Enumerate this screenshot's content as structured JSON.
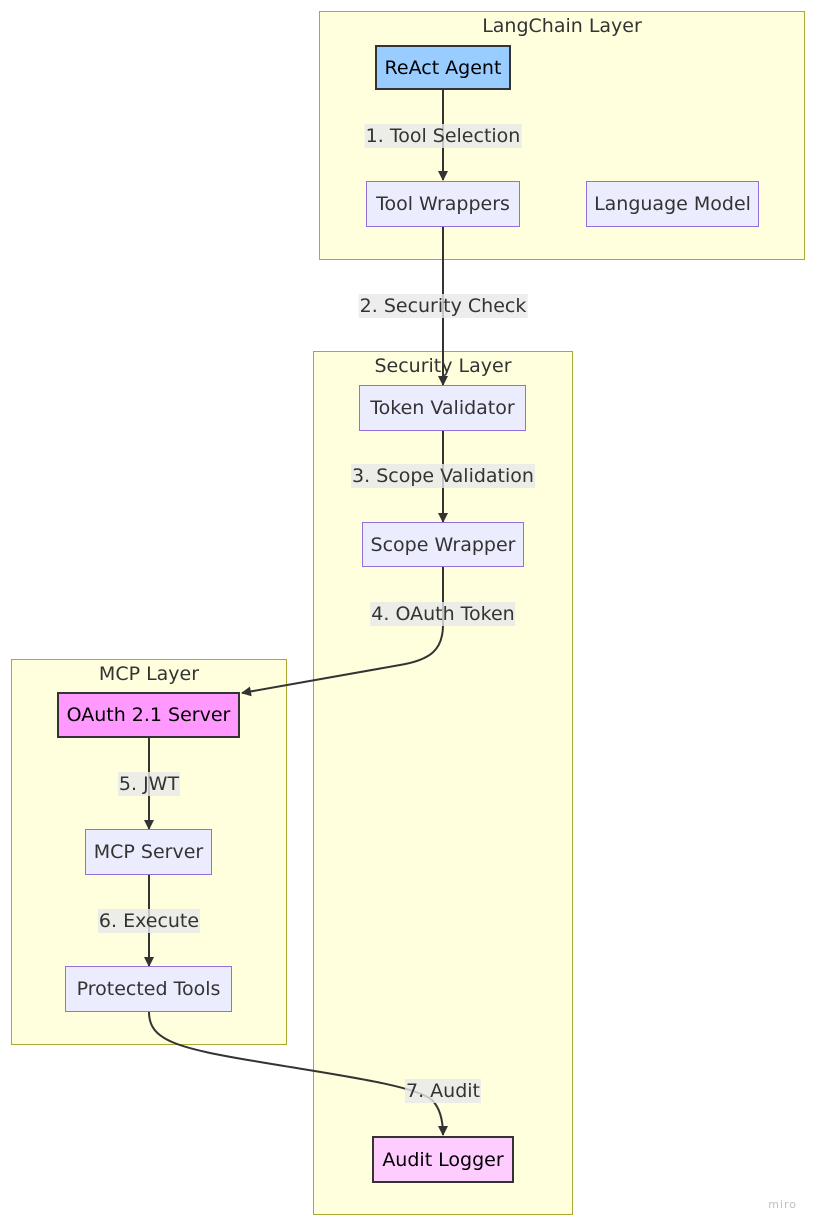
{
  "clusters": {
    "langchain": {
      "title": "LangChain Layer"
    },
    "security": {
      "title": "Security Layer"
    },
    "mcp": {
      "title": "MCP Layer"
    }
  },
  "nodes": {
    "react_agent": "ReAct Agent",
    "tool_wrappers": "Tool Wrappers",
    "language_model": "Language Model",
    "token_validator": "Token Validator",
    "scope_wrapper": "Scope Wrapper",
    "oauth_server": "OAuth 2.1 Server",
    "mcp_server": "MCP Server",
    "protected_tools": "Protected Tools",
    "audit_logger": "Audit Logger"
  },
  "edges": {
    "e1": "1. Tool Selection",
    "e2": "2. Security Check",
    "e3": "3. Scope Validation",
    "e4": "4. OAuth Token",
    "e5": "5. JWT",
    "e6": "6. Execute",
    "e7": "7. Audit"
  },
  "colors": {
    "cluster_fill": "#ffffde",
    "cluster_border": "#aaaa33",
    "node_fill": "#ececff",
    "node_border": "#9370db",
    "agent_fill": "#99ccff",
    "oauth_fill": "#ff99ff",
    "audit_fill": "#ffccff",
    "edge": "#333333"
  },
  "watermark": "miro"
}
